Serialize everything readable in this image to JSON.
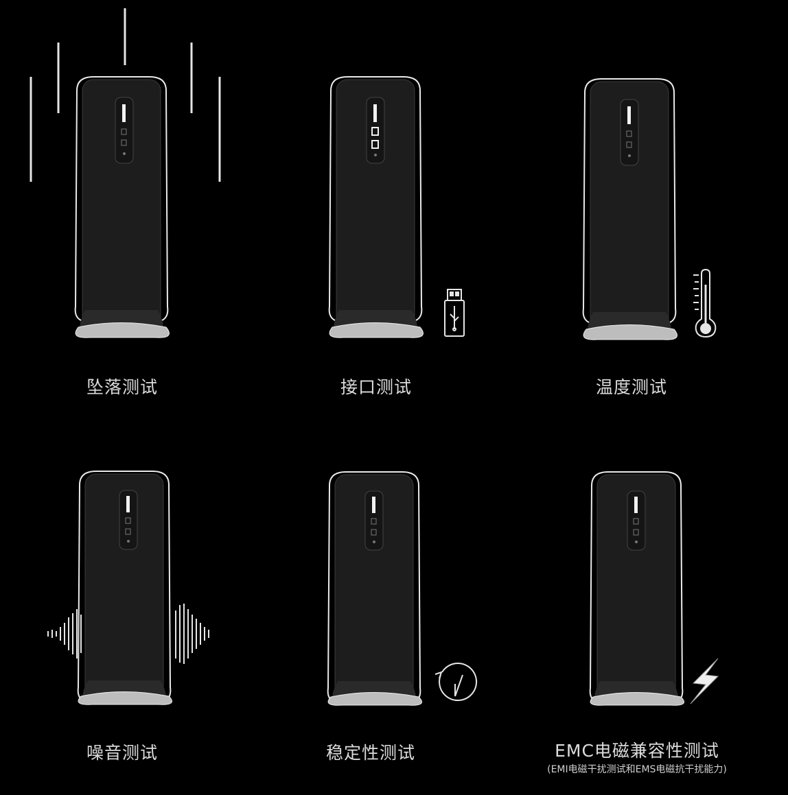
{
  "tests": [
    {
      "label": "坠落测试",
      "icon": "drop-lines-icon"
    },
    {
      "label": "接口测试",
      "icon": "usb-icon"
    },
    {
      "label": "温度测试",
      "icon": "thermometer-icon"
    },
    {
      "label": "噪音测试",
      "icon": "sound-wave-icon"
    },
    {
      "label": "稳定性测试",
      "icon": "clock-icon"
    },
    {
      "label": "EMC电磁兼容性测试",
      "sublabel": "(EMI电磁干扰测试和EMS电磁抗干扰能力)",
      "icon": "lightning-icon"
    }
  ],
  "colors": {
    "background": "#000000",
    "device": "#1c1c1c",
    "outline": "#e8e8e8",
    "text": "#dcdcdc"
  }
}
